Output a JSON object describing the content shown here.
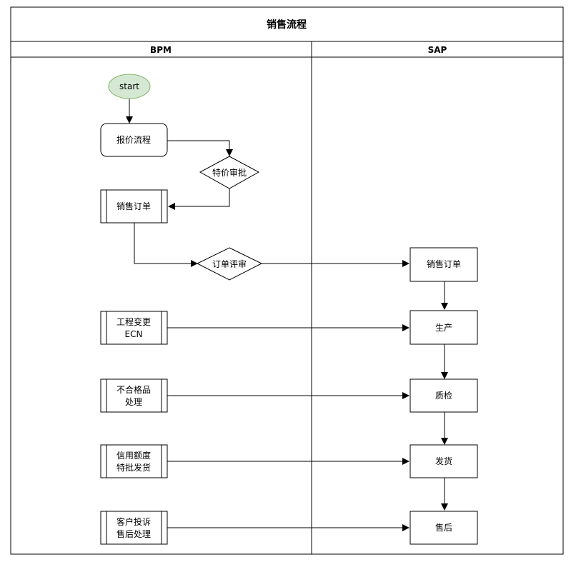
{
  "title": "销售流程",
  "lanes": {
    "left": "BPM",
    "right": "SAP"
  },
  "nodes": {
    "start": "start",
    "quote": "报价流程",
    "special_price": "特价审批",
    "sales_order_bpm": "销售订单",
    "order_review": "订单评审",
    "sales_order_sap": "销售订单",
    "ecn_line1": "工程变更",
    "ecn_line2": "ECN",
    "production": "生产",
    "nonconform_line1": "不合格品",
    "nonconform_line2": "处理",
    "quality": "质检",
    "credit_line1": "信用额度",
    "credit_line2": "特批发货",
    "shipping": "发货",
    "complaint_line1": "客户投诉",
    "complaint_line2": "售后处理",
    "after_sales": "售后"
  },
  "colors": {
    "start_fill": "#d5e8d4",
    "start_stroke": "#82b366",
    "line": "#000000"
  }
}
